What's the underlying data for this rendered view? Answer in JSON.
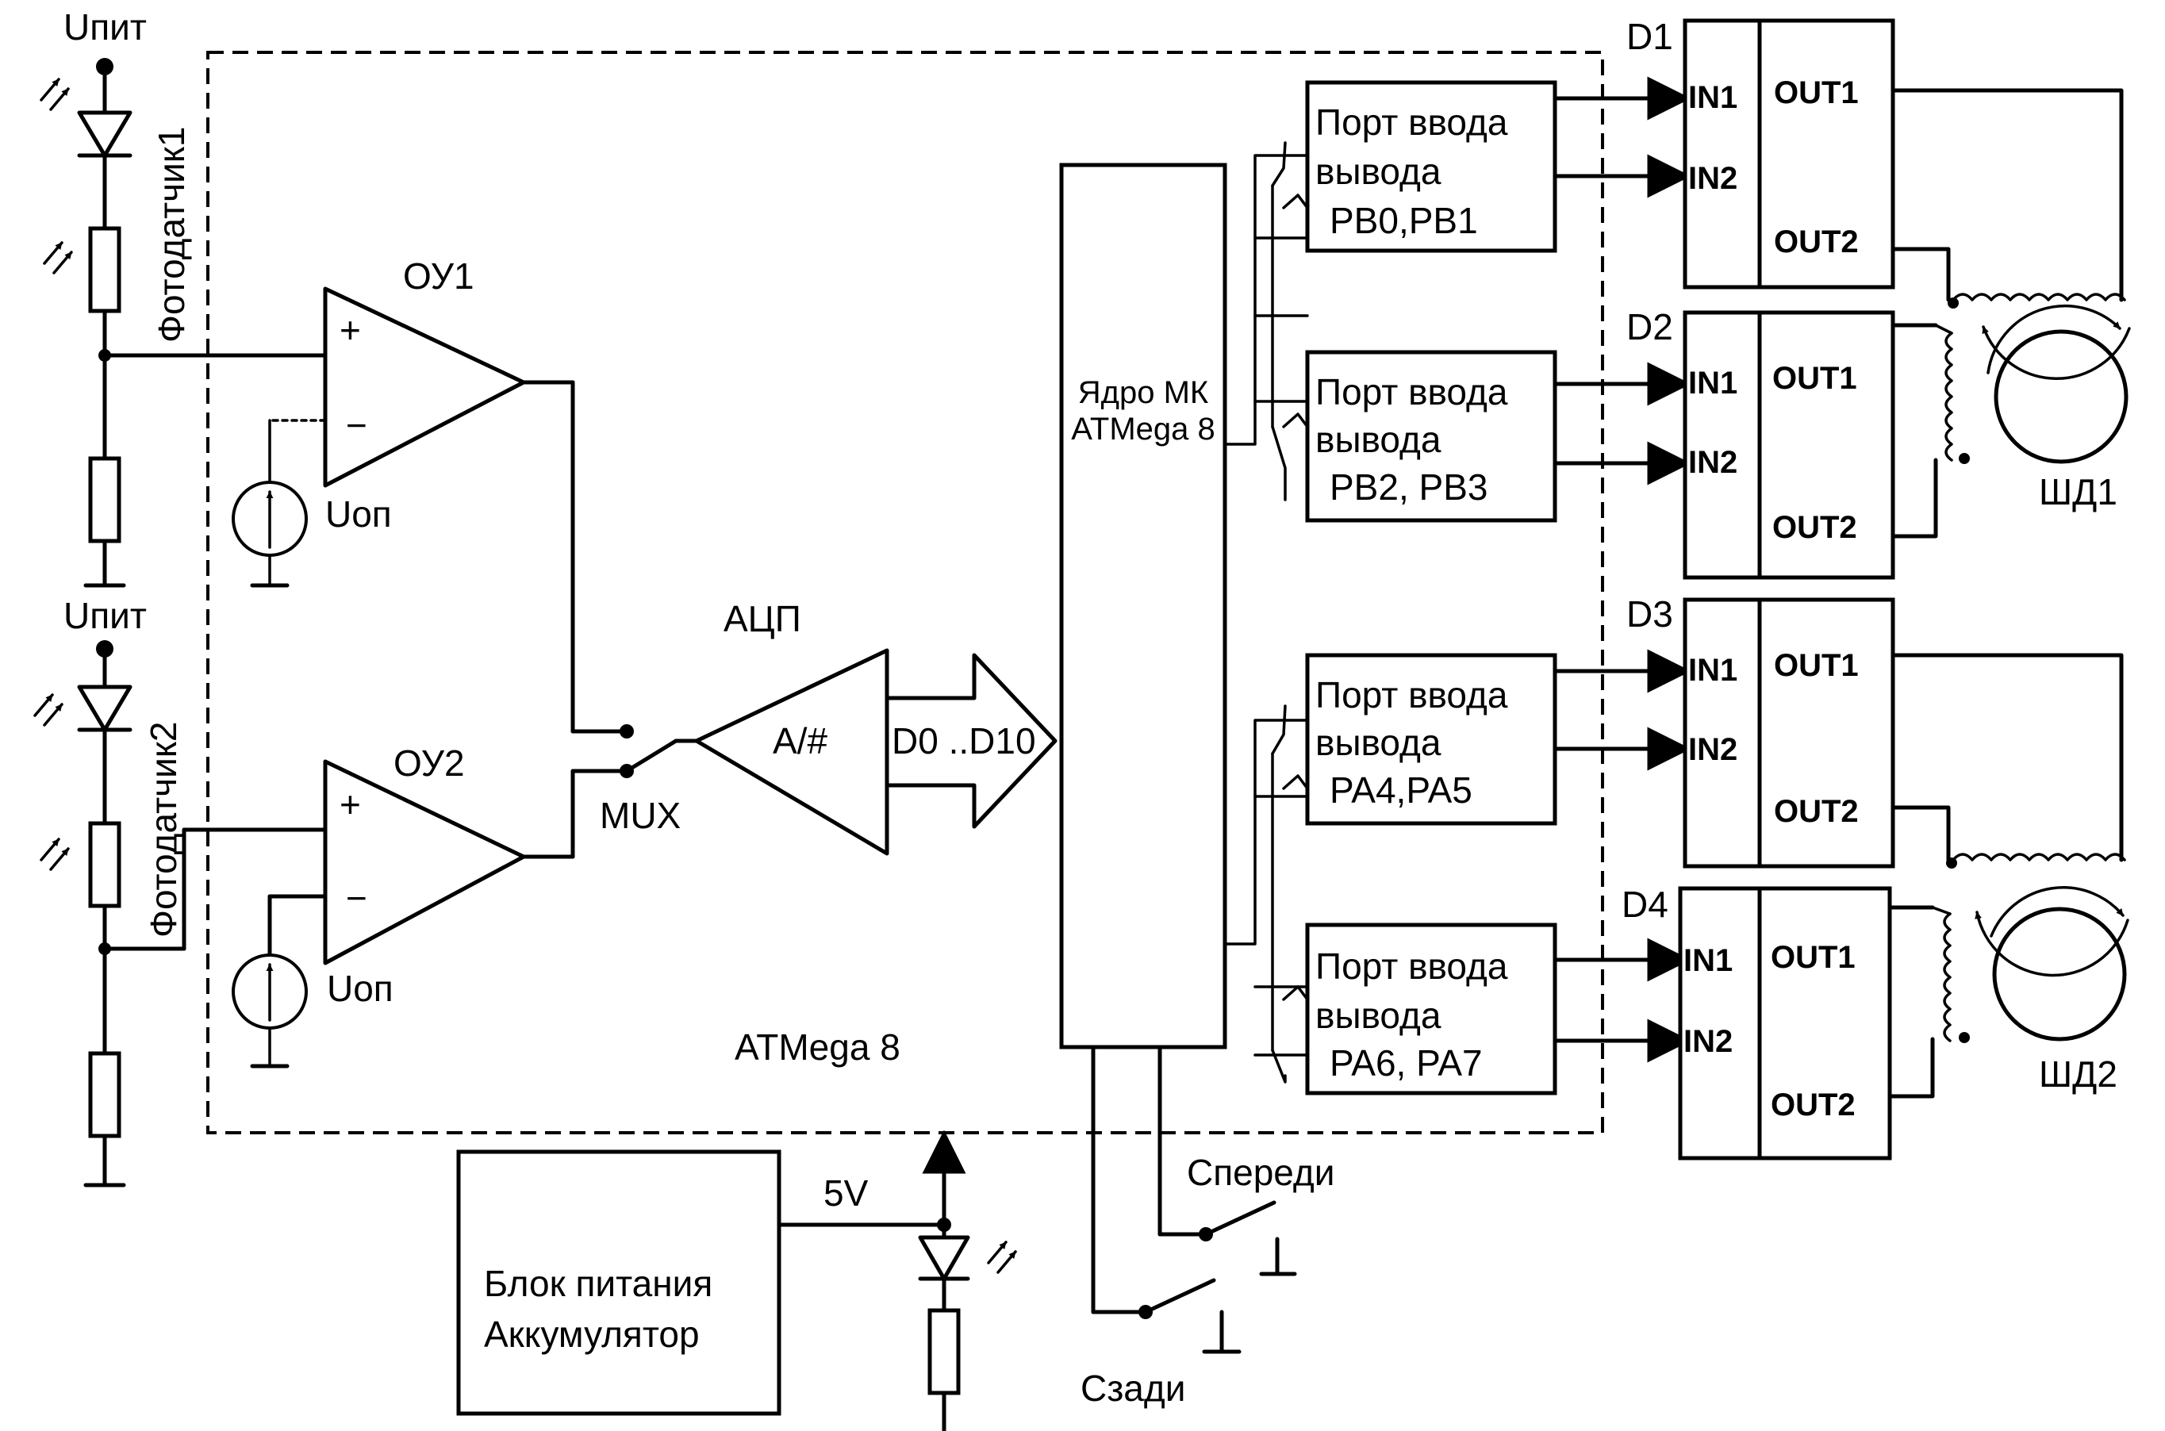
{
  "supply": {
    "sensor1_label": "Uпит",
    "sensor2_label": "Uпит"
  },
  "sensors": {
    "sensor1": "Фотодатчик1",
    "sensor2": "Фотодатчик2"
  },
  "opamps": {
    "ou1": "ОУ1",
    "ou2": "ОУ2",
    "ou1_plus": "+",
    "ou1_minus": "−",
    "ou2_plus": "+",
    "ou2_minus": "−",
    "uon1": "Uoп",
    "uon2": "Uoп"
  },
  "mux": {
    "label": "MUX"
  },
  "adc": {
    "label": "АЦП",
    "symbol": "A/#",
    "bus": "D0 ..D10"
  },
  "core": {
    "line1": "Ядро МК",
    "line2": "ATMega  8"
  },
  "chip_label": "ATMega 8",
  "ports": [
    {
      "line1": "Порт ввода",
      "line2": "вывода",
      "line3": "PB0,PB1"
    },
    {
      "line1": "Порт ввода",
      "line2": "вывода",
      "line3": "PB2, PB3"
    },
    {
      "line1": "Порт ввода",
      "line2": "вывода",
      "line3": "PA4,PA5"
    },
    {
      "line1": "Порт ввода",
      "line2": "вывода",
      "line3": "PA6, PA7"
    }
  ],
  "drivers": [
    {
      "name": "D1",
      "in1": "IN1",
      "in2": "IN2",
      "out1": "OUT1",
      "out2": "OUT2"
    },
    {
      "name": "D2",
      "in1": "IN1",
      "in2": "IN2",
      "out1": "OUT1",
      "out2": "OUT2"
    },
    {
      "name": "D3",
      "in1": "IN1",
      "in2": "IN2",
      "out1": "OUT1",
      "out2": "OUT2"
    },
    {
      "name": "D4",
      "in1": "IN1",
      "in2": "IN2",
      "out1": "OUT1",
      "out2": "OUT2"
    }
  ],
  "motors": {
    "m1": "ШД1",
    "m2": "ШД2"
  },
  "power": {
    "line1": "Блок питания",
    "line2": "Аккумулятор",
    "voltage": "5V"
  },
  "switches": {
    "front": "Спереди",
    "rear": "Сзади"
  }
}
